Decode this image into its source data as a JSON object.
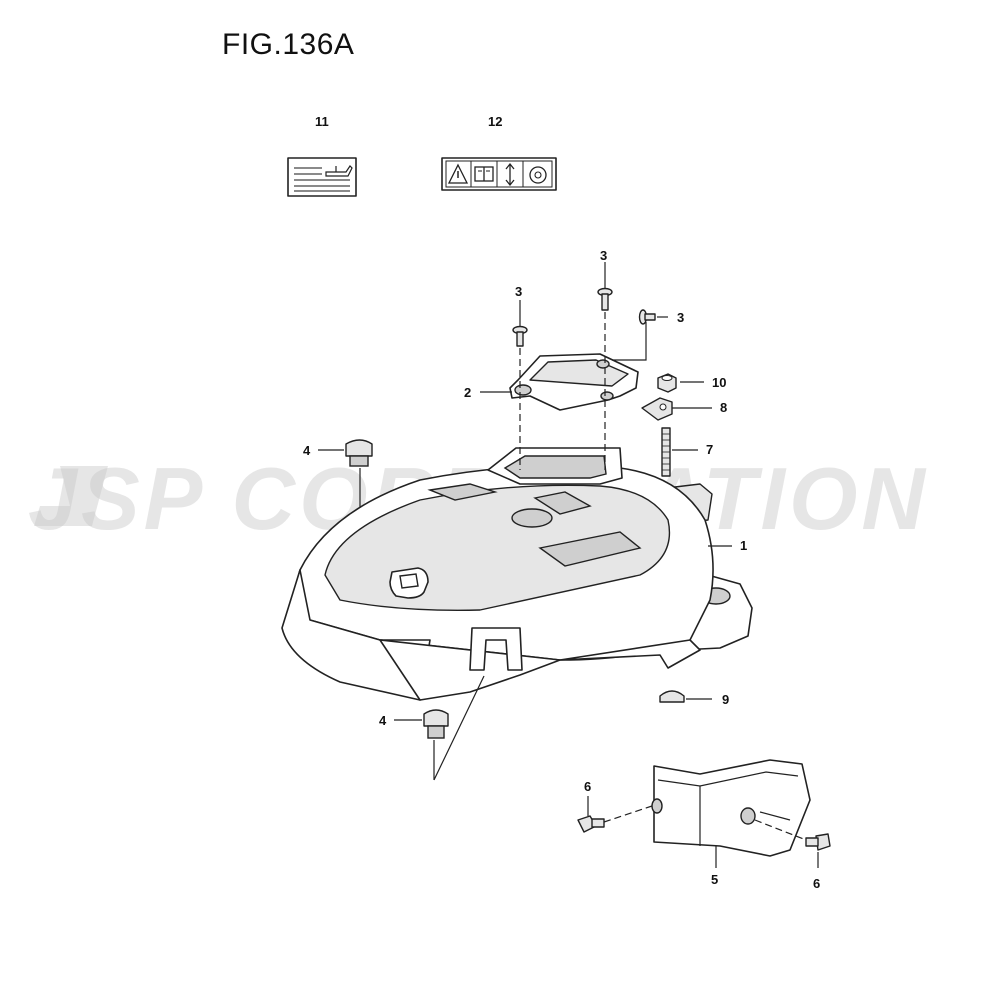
{
  "figure": {
    "title": "FIG.136A"
  },
  "watermark": {
    "text": "JSP CORPORATION"
  },
  "callouts": [
    {
      "id": "c11",
      "text": "11"
    },
    {
      "id": "c12",
      "text": "12"
    },
    {
      "id": "c3a",
      "text": "3"
    },
    {
      "id": "c3b",
      "text": "3"
    },
    {
      "id": "c3c",
      "text": "3"
    },
    {
      "id": "c2",
      "text": "2"
    },
    {
      "id": "c10",
      "text": "10"
    },
    {
      "id": "c8",
      "text": "8"
    },
    {
      "id": "c7",
      "text": "7"
    },
    {
      "id": "c4a",
      "text": "4"
    },
    {
      "id": "c1",
      "text": "1"
    },
    {
      "id": "c9",
      "text": "9"
    },
    {
      "id": "c4b",
      "text": "4"
    },
    {
      "id": "c6a",
      "text": "6"
    },
    {
      "id": "c5",
      "text": "5"
    },
    {
      "id": "c6b",
      "text": "6"
    }
  ],
  "labels": {
    "label_11_icon": "oil-can-icon",
    "label_12_icons": [
      "warning-triangle-icon",
      "manual-book-icon",
      "up-down-arrow-icon",
      "rotation-icon"
    ]
  }
}
